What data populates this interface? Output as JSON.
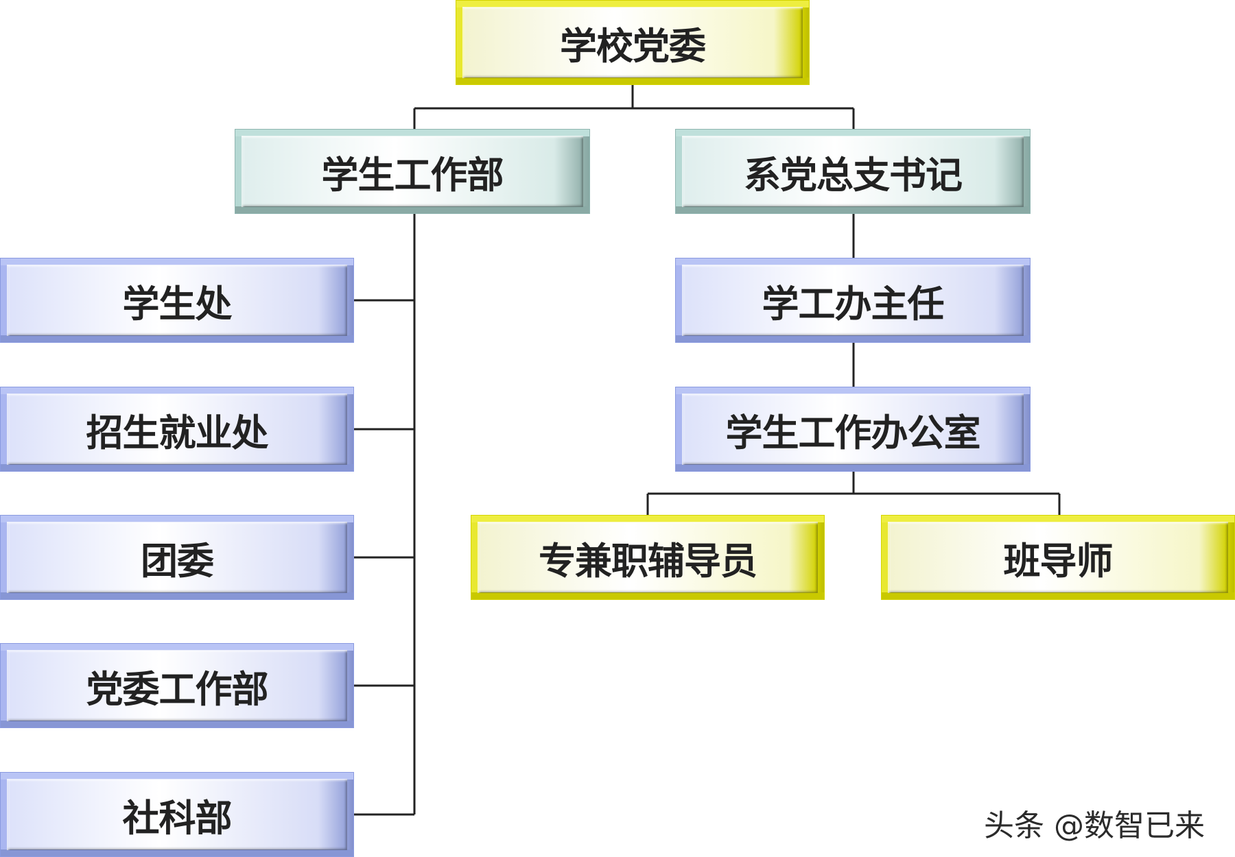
{
  "colors": {
    "yellow": "#eeee40",
    "teal": "#b5d8d3",
    "blue": "#aab6f0",
    "line": "#222222"
  },
  "nodes": {
    "school_party_committee": "学校党委",
    "student_affairs_dept": "学生工作部",
    "dept_party_secretary": "系党总支书记",
    "student_office": "学生处",
    "admission_employment_office": "招生就业处",
    "youth_league_committee": "团委",
    "party_work_dept": "党委工作部",
    "social_sciences_dept": "社科部",
    "student_affairs_director": "学工办主任",
    "student_affairs_office": "学生工作办公室",
    "counselors": "专兼职辅导员",
    "class_teacher": "班导师"
  },
  "watermark": "头条 @数智已来"
}
